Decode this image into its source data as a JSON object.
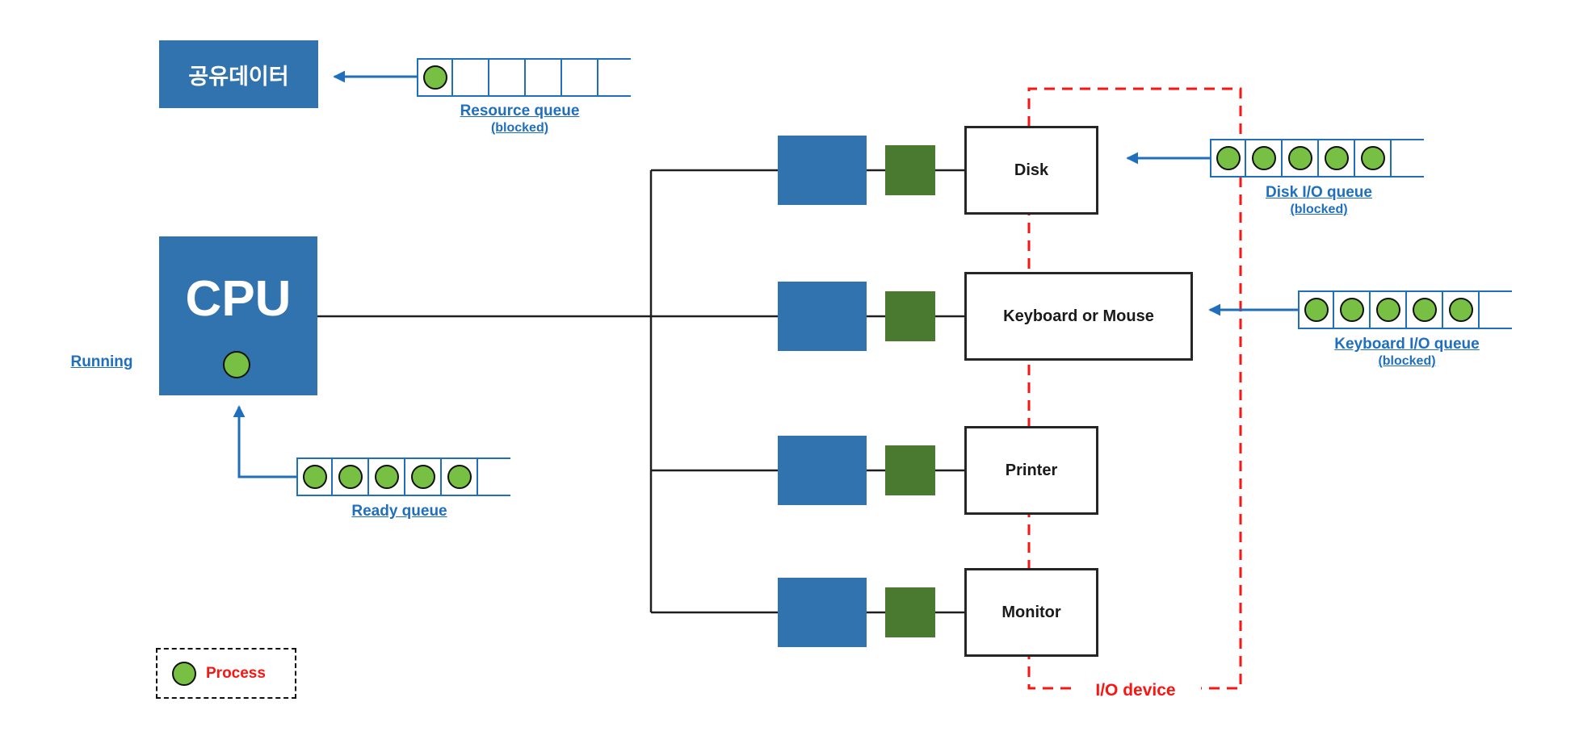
{
  "colors": {
    "box_blue": "#3173AE",
    "square_green": "#4A7A30",
    "process_green": "#77C044",
    "line_blue": "#1F6FBE",
    "accent_red": "#FB1511",
    "line_black": "#1f1f1f"
  },
  "shared_data": {
    "label": "공유데이터"
  },
  "cpu": {
    "label": "CPU",
    "state_label": "Running"
  },
  "queues": {
    "resource": {
      "label": "Resource queue",
      "sublabel": "(blocked)",
      "cells": 5,
      "filled": 1
    },
    "ready": {
      "label": "Ready queue",
      "sublabel": "",
      "cells": 5,
      "filled": 5
    },
    "disk": {
      "label": "Disk I/O queue",
      "sublabel": "(blocked)",
      "cells": 5,
      "filled": 5
    },
    "keyboard": {
      "label": "Keyboard I/O queue",
      "sublabel": "(blocked)",
      "cells": 5,
      "filled": 5
    }
  },
  "devices": [
    {
      "label": "Disk"
    },
    {
      "label": "Keyboard or Mouse"
    },
    {
      "label": "Printer"
    },
    {
      "label": "Monitor"
    }
  ],
  "io_region": {
    "label": "I/O device"
  },
  "legend": {
    "label": "Process"
  }
}
